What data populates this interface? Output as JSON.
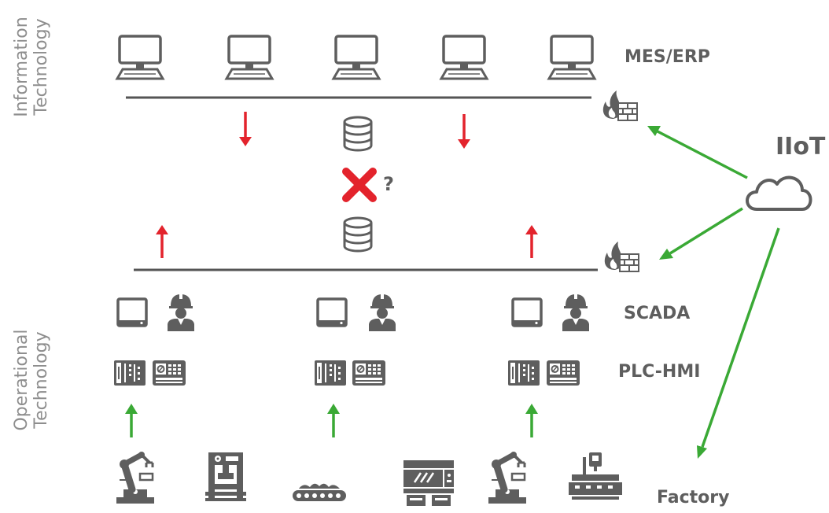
{
  "labels": {
    "it_side": [
      "Information",
      "Technology"
    ],
    "ot_side": [
      "Operational",
      "Technology"
    ],
    "mes_erp": "MES/ERP",
    "scada": "SCADA",
    "plc_hmi": "PLC-HMI",
    "factory": "Factory",
    "iiot": "IIoT",
    "question": "?"
  },
  "colors": {
    "icon_gray": "#5e5e5e",
    "line": "#555555",
    "red_arrow": "#e3232c",
    "green_arrow": "#3aa935",
    "side_text": "#8e8e8e"
  },
  "icons": {
    "it_layer": [
      "desktop-computer-icon",
      "desktop-computer-icon",
      "desktop-computer-icon",
      "desktop-computer-icon",
      "desktop-computer-icon"
    ],
    "scada_layer": [
      "monitor-icon",
      "operator-icon"
    ],
    "plc_layer": [
      "plc-icon",
      "hmi-icon"
    ],
    "factory": [
      "robot-arm-icon",
      "press-machine-icon",
      "conveyor-icon",
      "cnc-machine-icon",
      "robot-arm-icon",
      "milling-machine-icon"
    ],
    "security": [
      "firewall-icon",
      "firewall-icon"
    ],
    "storage": [
      "database-icon",
      "database-icon"
    ],
    "cloud": "cloud-icon",
    "blocked": "blocked-x-icon"
  }
}
